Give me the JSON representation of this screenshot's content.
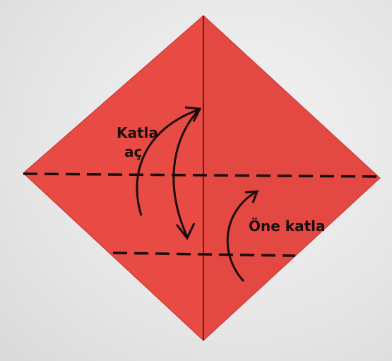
{
  "annotations": {
    "fold_unfold_line1": "Katla",
    "fold_unfold_line2": "aç",
    "fold_forward": "Öne katla"
  },
  "colors": {
    "paper": "#e84a44",
    "paper_shadow": "#d53c37",
    "ink": "#1b0c0c",
    "background": "#e9e9ea"
  }
}
